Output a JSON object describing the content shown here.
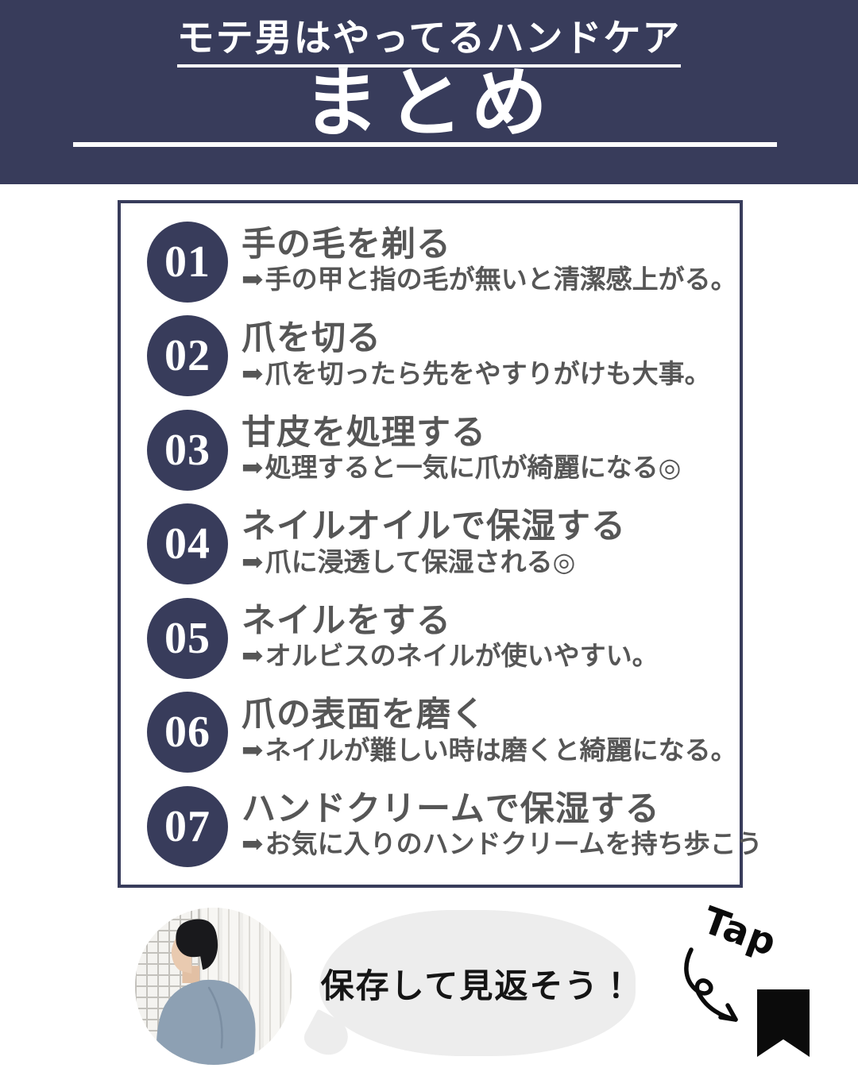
{
  "header": {
    "subtitle": "モテ男はやってるハンドケア",
    "title": "まとめ"
  },
  "list": {
    "arrow_glyph": "➡",
    "items": [
      {
        "number": "01",
        "title": "手の毛を剃る",
        "description": "手の甲と指の毛が無いと清潔感上がる。"
      },
      {
        "number": "02",
        "title": "爪を切る",
        "description": "爪を切ったら先をやすりがけも大事。"
      },
      {
        "number": "03",
        "title": "甘皮を処理する",
        "description": "処理すると一気に爪が綺麗になる◎"
      },
      {
        "number": "04",
        "title": "ネイルオイルで保湿する",
        "description": "爪に浸透して保湿される◎"
      },
      {
        "number": "05",
        "title": "ネイルをする",
        "description": "オルビスのネイルが使いやすい。"
      },
      {
        "number": "06",
        "title": "爪の表面を磨く",
        "description": "ネイルが難しい時は磨くと綺麗になる。"
      },
      {
        "number": "07",
        "title": "ハンドクリームで保湿する",
        "description": "お気に入りのハンドクリームを持ち歩こう"
      }
    ]
  },
  "footer": {
    "bubble_text": "保存して見返そう！",
    "tap_label": "Tap"
  },
  "colors": {
    "navy": "#383C5B",
    "text_gray": "#565656",
    "bubble_gray": "#EDEDED",
    "black": "#0B0B0B",
    "white": "#FFFFFF",
    "sweater_blue": "#8DA0B3"
  }
}
